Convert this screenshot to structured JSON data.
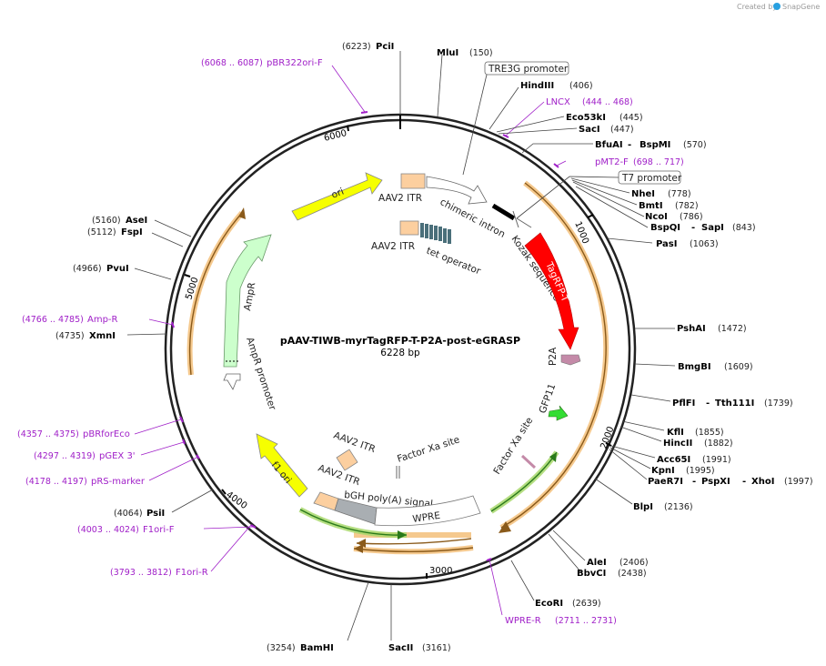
{
  "header": {
    "credit_prefix": "Created by",
    "credit_brand": "SnapGene"
  },
  "plasmid": {
    "name": "pAAV-TIWB-myrTagRFP-T-P2A-post-eGRASP",
    "size_label": "6228 bp",
    "length_bp": 6228
  },
  "ticks": [
    "1000",
    "2000",
    "3000",
    "4000",
    "5000",
    "6000"
  ],
  "enzymes": [
    {
      "name": "PciI",
      "pos": "(6223)"
    },
    {
      "name": "MluI",
      "pos": "(150)"
    },
    {
      "name": "HindIII",
      "pos": "(406)"
    },
    {
      "name": "Eco53kI",
      "pos": "(445)"
    },
    {
      "name": "SacI",
      "pos": "(447)"
    },
    {
      "name": "BfuAI",
      "name2": "BspMI",
      "pos": "(570)"
    },
    {
      "name": "NheI",
      "pos": "(778)"
    },
    {
      "name": "BmtI",
      "pos": "(782)"
    },
    {
      "name": "NcoI",
      "pos": "(786)"
    },
    {
      "name": "BspQI",
      "name2": "SapI",
      "pos": "(843)"
    },
    {
      "name": "PasI",
      "pos": "(1063)"
    },
    {
      "name": "PshAI",
      "pos": "(1472)"
    },
    {
      "name": "BmgBI",
      "pos": "(1609)"
    },
    {
      "name": "PflFI",
      "name2": "Tth111I",
      "pos": "(1739)"
    },
    {
      "name": "KflI",
      "pos": "(1855)"
    },
    {
      "name": "HincII",
      "pos": "(1882)"
    },
    {
      "name": "Acc65I",
      "pos": "(1991)"
    },
    {
      "name": "KpnI",
      "pos": "(1995)"
    },
    {
      "name": "PaeR7I",
      "name2": "PspXI",
      "name3": "XhoI",
      "pos": "(1997)"
    },
    {
      "name": "BlpI",
      "pos": "(2136)"
    },
    {
      "name": "AleI",
      "pos": "(2406)"
    },
    {
      "name": "BbvCI",
      "pos": "(2438)"
    },
    {
      "name": "EcoRI",
      "pos": "(2639)"
    },
    {
      "name": "SacII",
      "pos": "(3161)"
    },
    {
      "name": "BamHI",
      "pos": "(3254)"
    },
    {
      "name": "PsiI",
      "pos": "(4064)"
    },
    {
      "name": "XmnI",
      "pos": "(4735)"
    },
    {
      "name": "PvuI",
      "pos": "(4966)"
    },
    {
      "name": "FspI",
      "pos": "(5112)"
    },
    {
      "name": "AseI",
      "pos": "(5160)"
    }
  ],
  "primers": [
    {
      "name": "pBR322ori-F",
      "range": "(6068 .. 6087)"
    },
    {
      "name": "LNCX",
      "range": "(444 .. 468)"
    },
    {
      "name": "pMT2-F",
      "range": "(698 .. 717)"
    },
    {
      "name": "WPRE-R",
      "range": "(2711 .. 2731)"
    },
    {
      "name": "F1ori-R",
      "range": "(3793 .. 3812)"
    },
    {
      "name": "F1ori-F",
      "range": "(4003 .. 4024)"
    },
    {
      "name": "pRS-marker",
      "range": "(4178 .. 4197)"
    },
    {
      "name": "pGEX 3'",
      "range": "(4297 .. 4319)"
    },
    {
      "name": "pBRforEco",
      "range": "(4357 .. 4375)"
    },
    {
      "name": "Amp-R",
      "range": "(4766 .. 4785)"
    }
  ],
  "boxed_features": {
    "tre3g": "TRE3G promoter",
    "t7": "T7 promoter"
  },
  "features": {
    "ori": "ori",
    "aav2_itr_top": "AAV2 ITR",
    "chimeric_intron": "chimeric intron",
    "aav2_itr_2": "AAV2 ITR",
    "tet_operator": "tet operator",
    "kozak": "Kozak sequence",
    "tagrfp": "TagRFP-T",
    "p2a": "P2A",
    "gfp11": "GFP11",
    "factor_xa_right": "Factor Xa site",
    "factor_xa_center": "Factor Xa site",
    "aav2_itr_bottom1": "AAV2 ITR",
    "aav2_itr_bottom2": "AAV2 ITR",
    "bgh": "bGH poly(A) signal",
    "wpre": "WPRE",
    "f1ori": "f1 ori",
    "ampr": "AmpR",
    "ampr_promoter": "AmpR promoter"
  },
  "colors": {
    "backbone": "#222222",
    "ori": "#f6ff00",
    "itr": "#fccf9f",
    "tagrfp": "#ff0000",
    "ampr": "#ccffcc",
    "primer": "#a020c8",
    "orf_orange": "#f3c07a",
    "orf_green": "#a8d86c",
    "tet": "#4a6f7a",
    "gfp11": "#33dd33",
    "p2a": "#c48aa8",
    "bgh": "#a9aeb2"
  }
}
